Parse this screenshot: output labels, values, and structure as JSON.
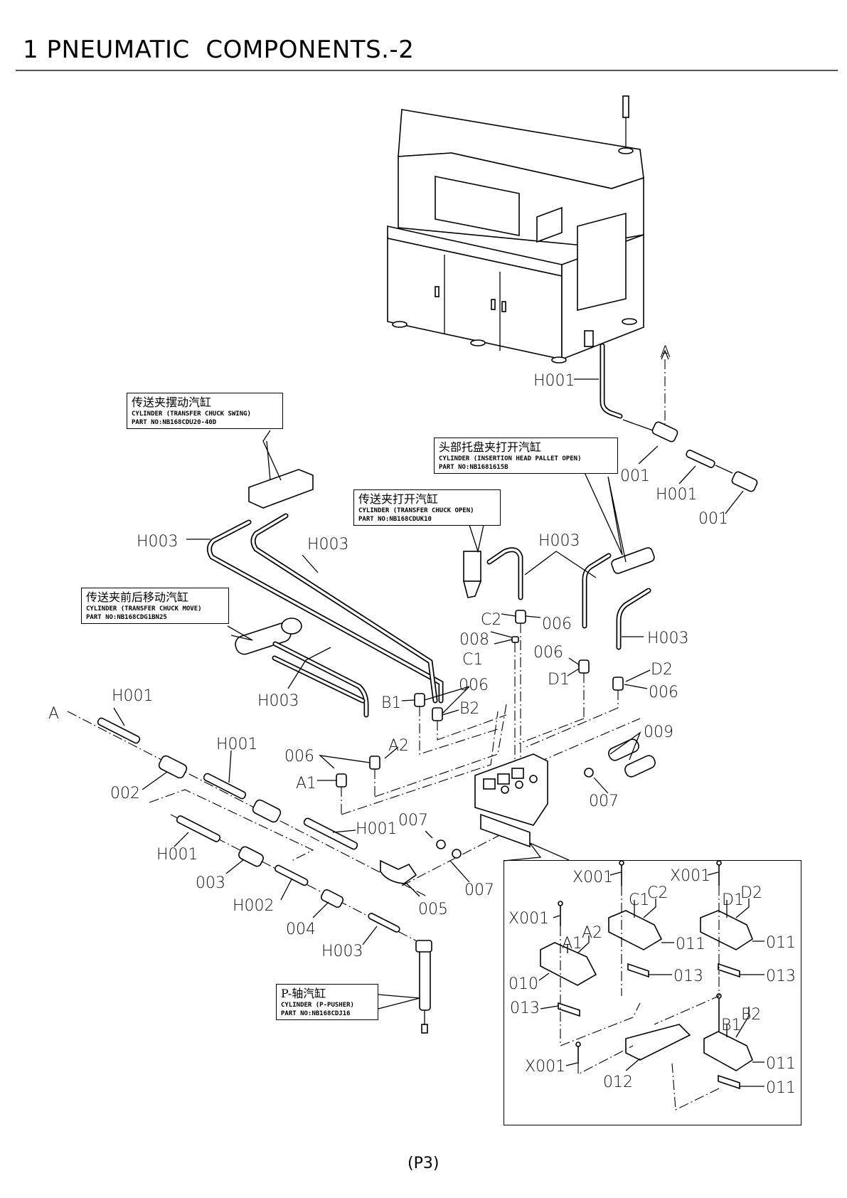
{
  "header": {
    "title": "1 PNEUMATIC  COMPONENTS.-2"
  },
  "callouts": [
    {
      "id": "transfer-chuck-swing",
      "cn": "传送夹摆动汽缸",
      "en": "CYLINDER (TRANSFER CHUCK SWING)",
      "part": "PART NO:NB168CDU20-40D"
    },
    {
      "id": "insertion-head-pallet-open",
      "cn": "头部托盘夹打开汽缸",
      "en": "CYLINDER (INSERTION HEAD PALLET OPEN)",
      "part": "PART NO:NB1681615B"
    },
    {
      "id": "transfer-chuck-open",
      "cn": "传送夹打开汽缸",
      "en": "CYLINDER (TRANSFER CHUCK OPEN)",
      "part": "PART NO:NB168CDUK10"
    },
    {
      "id": "transfer-chuck-move",
      "cn": "传送夹前后移动汽缸",
      "en": "CYLINDER (TRANSFER CHUCK MOVE)",
      "part": "PART NO:NB168CDG1BN25"
    },
    {
      "id": "p-pusher",
      "cn": "P-轴汽缸",
      "en": "CYLINDER (P-PUSHER)",
      "part": "PART NO:NB168CDJ16"
    }
  ],
  "labels": {
    "h001_top": "H001",
    "a_top": "A",
    "l001_a": "001",
    "h001_right": "H001",
    "l001_b": "001",
    "h003_a": "H003",
    "h003_b": "H003",
    "h003_c": "H003",
    "h003_d": "H003",
    "h003_e": "H003",
    "c2": "C2",
    "l006_c2": "006",
    "l008": "008",
    "c1": "C1",
    "l006_d1": "006",
    "d1": "D1",
    "d2": "D2",
    "l006_d2": "006",
    "b1": "B1",
    "l006_b": "006",
    "b2": "B2",
    "h001_a": "H001",
    "a_left": "A",
    "h001_b": "H001",
    "l006_a": "006",
    "a2": "A2",
    "a1": "A1",
    "l002": "002",
    "l009": "009",
    "l007_a": "007",
    "l007_b": "007",
    "l007_c": "007",
    "h001_c": "H001",
    "h001_d": "H001",
    "l003": "003",
    "l005": "005",
    "h002": "H002",
    "l004": "004",
    "h003_f": "H003"
  },
  "detail": {
    "x001_a": "X001",
    "x001_b": "X001",
    "x001_c": "X001",
    "x001_d": "X001",
    "c1": "C1",
    "c2": "C2",
    "d1": "D1",
    "d2": "D2",
    "a1": "A1",
    "a2": "A2",
    "b1": "B1",
    "b2": "B2",
    "l011_a": "011",
    "l011_b": "011",
    "l011_c": "011",
    "l011_d": "011",
    "l013_a": "013",
    "l013_b": "013",
    "l013_c": "013",
    "l010": "010",
    "l012": "012"
  },
  "footer": {
    "page_number": "(P3)"
  }
}
